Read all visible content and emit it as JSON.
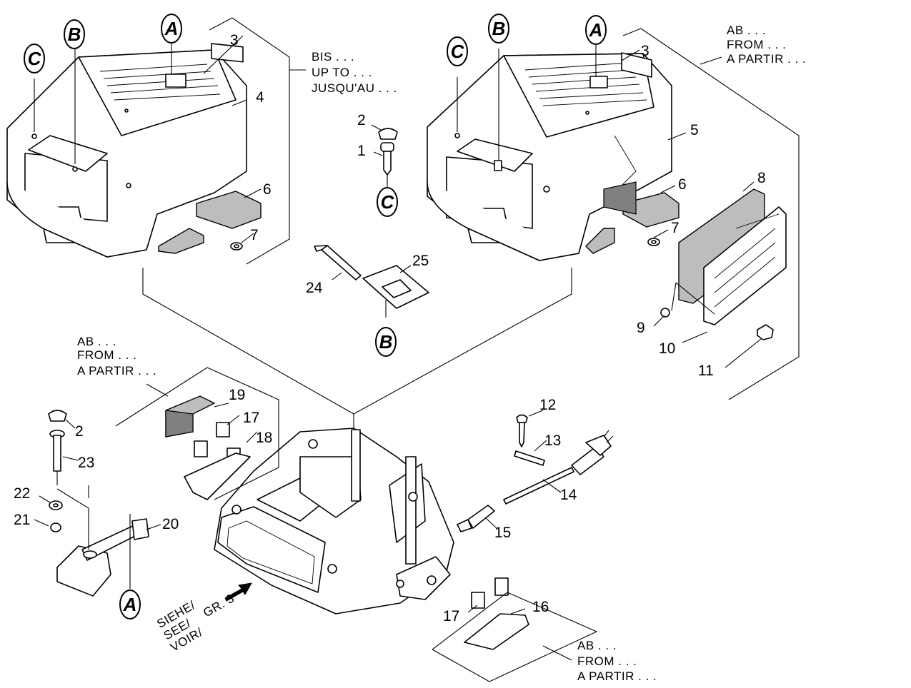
{
  "notes": {
    "bis_up_to": [
      "BIS . . .",
      "UP TO . . .",
      "JUSQU'AU . . ."
    ],
    "ab_from_top_right": [
      "AB . . .",
      "FROM . . .",
      "A PARTIR . . ."
    ],
    "ab_from_left": [
      "AB . . .",
      "FROM . . .",
      "A PARTIR . . ."
    ],
    "ab_from_bottom": [
      "AB . . .",
      "FROM . . .",
      "A PARTIR . . ."
    ],
    "siehe": [
      "SIEHE/",
      "SEE/",
      "VOIR/"
    ],
    "gr3": "GR. 3"
  },
  "refs": {
    "a": "A",
    "b": "B",
    "c": "C"
  },
  "parts": {
    "p1": "1",
    "p2": "2",
    "p3": "3",
    "p4": "4",
    "p5": "5",
    "p6": "6",
    "p7": "7",
    "p8": "8",
    "p9": "9",
    "p10": "10",
    "p11": "11",
    "p12": "12",
    "p13": "13",
    "p14": "14",
    "p15": "15",
    "p16": "16",
    "p17": "17",
    "p18": "18",
    "p19": "19",
    "p20": "20",
    "p21": "21",
    "p22": "22",
    "p23": "23",
    "p24": "24",
    "p25": "25"
  }
}
